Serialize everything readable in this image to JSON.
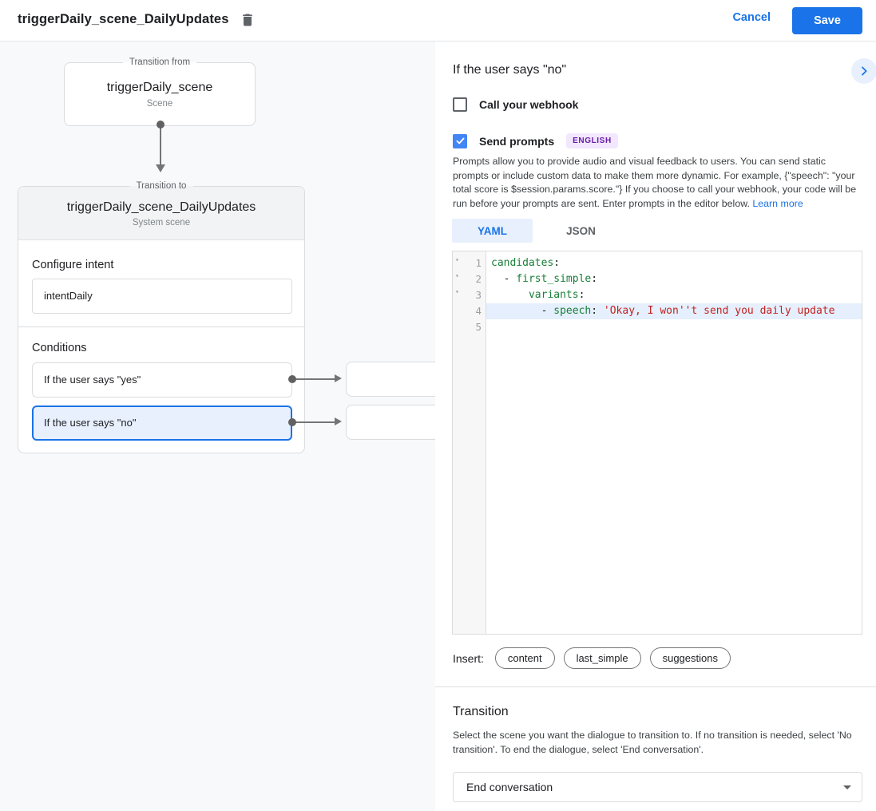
{
  "header": {
    "title": "triggerDaily_scene_DailyUpdates",
    "cancel_label": "Cancel",
    "save_label": "Save"
  },
  "canvas": {
    "from_box": {
      "legend": "Transition from",
      "title": "triggerDaily_scene",
      "subtitle": "Scene"
    },
    "to_box": {
      "legend": "Transition to",
      "title": "triggerDaily_scene_DailyUpdates",
      "subtitle": "System scene"
    },
    "intent_section": {
      "label": "Configure intent",
      "value": "intentDaily"
    },
    "conditions_section": {
      "label": "Conditions",
      "items": [
        {
          "label": "If the user says \"yes\"",
          "selected": false
        },
        {
          "label": "If the user says \"no\"",
          "selected": true
        }
      ]
    }
  },
  "panel": {
    "title": "If the user says \"no\"",
    "webhook": {
      "label": "Call your webhook",
      "checked": false
    },
    "prompts": {
      "label": "Send prompts",
      "checked": true,
      "badge": "ENGLISH"
    },
    "description": "Prompts allow you to provide audio and visual feedback to users. You can send static prompts or include custom data to make them more dynamic. For example, {\"speech\": \"your total score is $session.params.score.\"} If you choose to call your webhook, your code will be run before your prompts are sent. Enter prompts in the editor below. ",
    "learn_more": "Learn more",
    "tabs": [
      {
        "label": "YAML",
        "active": true
      },
      {
        "label": "JSON",
        "active": false
      }
    ],
    "editor": {
      "lines": [
        {
          "n": "1",
          "fold": true,
          "active": false,
          "tokens": [
            {
              "t": "key",
              "v": "candidates"
            },
            {
              "t": "p",
              "v": ":"
            }
          ]
        },
        {
          "n": "2",
          "fold": true,
          "active": false,
          "tokens": [
            {
              "t": "p",
              "v": "  - "
            },
            {
              "t": "key",
              "v": "first_simple"
            },
            {
              "t": "p",
              "v": ":"
            }
          ]
        },
        {
          "n": "3",
          "fold": true,
          "active": false,
          "tokens": [
            {
              "t": "p",
              "v": "      "
            },
            {
              "t": "key",
              "v": "variants"
            },
            {
              "t": "p",
              "v": ":"
            }
          ]
        },
        {
          "n": "4",
          "fold": false,
          "active": true,
          "tokens": [
            {
              "t": "p",
              "v": "        - "
            },
            {
              "t": "key",
              "v": "speech"
            },
            {
              "t": "p",
              "v": ": "
            },
            {
              "t": "str",
              "v": "'Okay, I won''t send you daily update"
            }
          ]
        },
        {
          "n": "5",
          "fold": false,
          "active": false,
          "tokens": []
        }
      ]
    },
    "insert": {
      "label": "Insert:",
      "chips": [
        "content",
        "last_simple",
        "suggestions"
      ]
    },
    "transition": {
      "title": "Transition",
      "description": "Select the scene you want the dialogue to transition to. If no transition is needed, select 'No transition'. To end the dialogue, select 'End conversation'.",
      "value": "End conversation"
    }
  },
  "colors": {
    "accent_blue": "#1a73e8",
    "checkbox_blue": "#4285f4",
    "selected_condition_bg": "#e8f0fe",
    "canvas_bg": "#f8f9fa",
    "badge_bg": "#f2e7fe",
    "badge_text": "#681da8",
    "code_key_green": "#188038",
    "code_string_red": "#c5221f",
    "active_line_bg": "#e5effd"
  }
}
